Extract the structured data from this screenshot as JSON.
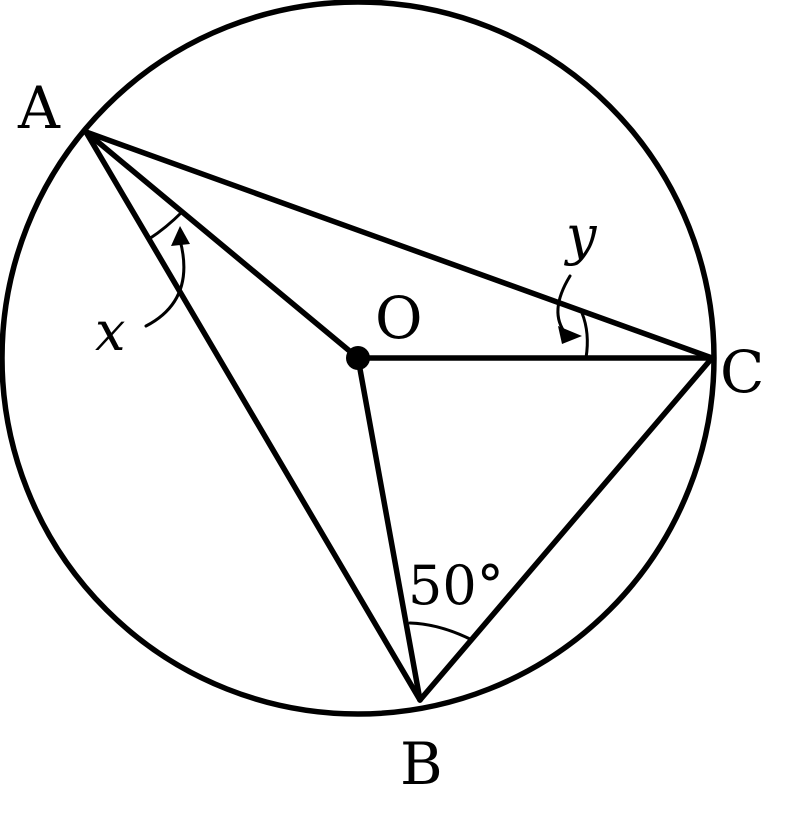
{
  "points": {
    "A": "A",
    "B": "B",
    "C": "C",
    "O": "O"
  },
  "angles": {
    "x": "x",
    "y": "y",
    "obc": "50°"
  }
}
